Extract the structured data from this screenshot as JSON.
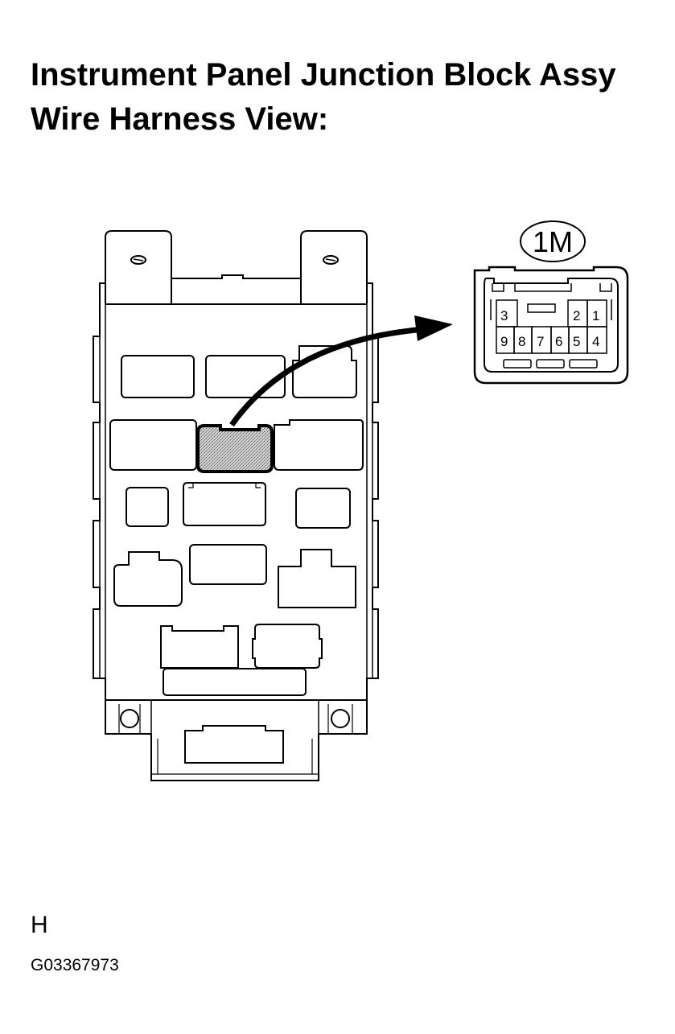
{
  "title": {
    "line1": "Instrument Panel Junction Block Assy",
    "line2": "Wire Harness View:"
  },
  "connector": {
    "code": "1M",
    "top_row_pins": [
      "3",
      "2",
      "1"
    ],
    "bottom_row_pins": [
      "9",
      "8",
      "7",
      "6",
      "5",
      "4"
    ]
  },
  "footer": {
    "letter": "H",
    "figure_code": "G03367973"
  },
  "colors": {
    "line": "#000000",
    "background": "#ffffff",
    "highlight": "#aaaaaa"
  }
}
